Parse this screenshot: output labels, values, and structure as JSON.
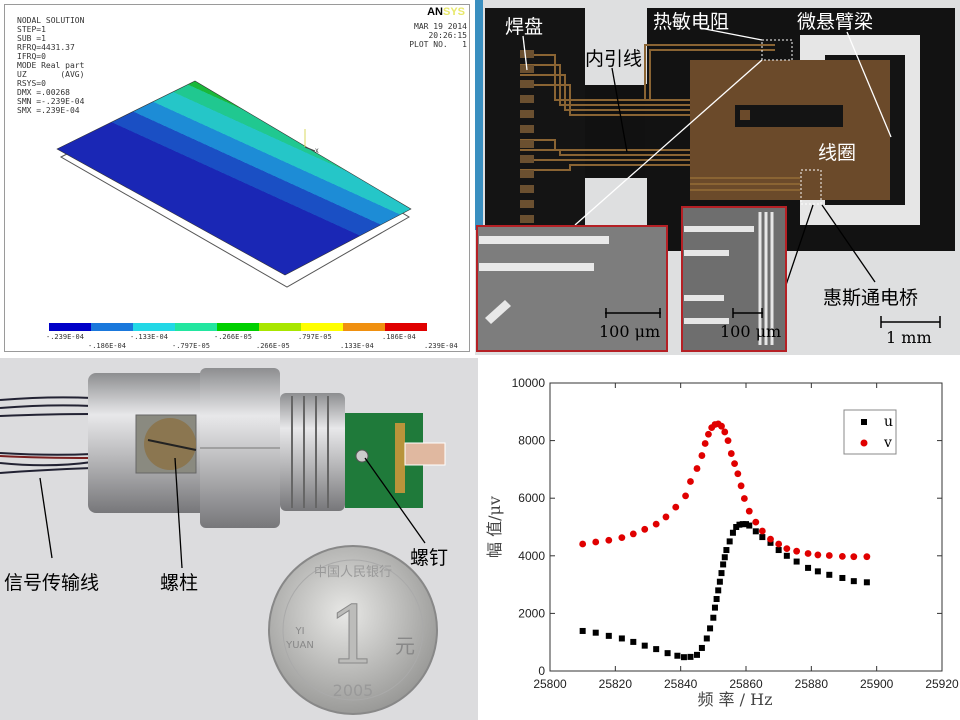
{
  "ansys": {
    "logo": "ANSYS",
    "info_lines": [
      "NODAL SOLUTION",
      "STEP=1",
      "SUB =1",
      "RFRQ=4431.37",
      "IFRQ=0",
      "MODE Real part",
      "UZ       (AVG)",
      "RSYS=0",
      "DMX =.00268",
      "SMN =-.239E-04",
      "SMX =.239E-04"
    ],
    "date": "MAR 19 2014",
    "time": "20:26:15",
    "plot_no": "PLOT NO.   1",
    "axis_label": "X",
    "colorbar_colors": [
      "#0000c8",
      "#1a78dc",
      "#22d8e6",
      "#22e6a0",
      "#00d000",
      "#a8e600",
      "#ffff00",
      "#f09010",
      "#e00000"
    ],
    "colorbar_labels": [
      "-.239E-04",
      "-.186E-04",
      "-.133E-04",
      "-.797E-05",
      "-.266E-05",
      ".266E-05",
      ".797E-05",
      ".133E-04",
      ".186E-04",
      ".239E-04"
    ]
  },
  "micro": {
    "labels": {
      "pad": "焊盘",
      "lead": "内引线",
      "thermistor": "热敏电阻",
      "cantilever": "微悬臂梁",
      "coil": "线圈",
      "bridge": "惠斯通电桥"
    },
    "scale_inset1": "100 μm",
    "scale_inset2": "100 μm",
    "scale_main": "1 mm"
  },
  "photo": {
    "labels": {
      "cable": "信号传输线",
      "stud": "螺柱",
      "screw": "螺钉"
    },
    "coin": {
      "text_top": "中国人民银行",
      "big": "1",
      "yuan": "元",
      "yi": "YI",
      "yuan_en": "YUAN",
      "year": "2005"
    }
  },
  "chart_data": {
    "type": "scatter",
    "xlabel": "频 率 / Hz",
    "ylabel": "幅 值/μv",
    "xlim": [
      25800,
      25920
    ],
    "ylim": [
      0,
      10000
    ],
    "xticks": [
      25800,
      25820,
      25840,
      25860,
      25880,
      25900,
      25920
    ],
    "yticks": [
      0,
      2000,
      4000,
      6000,
      8000,
      10000
    ],
    "legend_position": "top-right",
    "series": [
      {
        "name": "u",
        "marker": "square",
        "color": "#000000",
        "x": [
          25810,
          25814,
          25818,
          25822,
          25825.5,
          25829,
          25832.5,
          25836,
          25839,
          25841,
          25843,
          25845,
          25846.5,
          25848,
          25849,
          25850,
          25850.5,
          25851,
          25851.5,
          25852,
          25852.5,
          25853,
          25853.5,
          25854,
          25855,
          25856,
          25857,
          25858,
          25859,
          25860,
          25861,
          25863,
          25865,
          25867.5,
          25870,
          25872.5,
          25875.5,
          25879,
          25882,
          25885.5,
          25889.5,
          25893,
          25897
        ],
        "y": [
          1390,
          1330,
          1220,
          1130,
          1010,
          880,
          760,
          620,
          530,
          480,
          490,
          560,
          800,
          1130,
          1480,
          1850,
          2200,
          2500,
          2800,
          3100,
          3400,
          3700,
          3950,
          4200,
          4500,
          4800,
          5000,
          5080,
          5100,
          5100,
          5050,
          4850,
          4650,
          4450,
          4200,
          4000,
          3800,
          3580,
          3460,
          3340,
          3230,
          3120,
          3080
        ]
      },
      {
        "name": "v",
        "marker": "circle",
        "color": "#e00000",
        "x": [
          25810,
          25814,
          25818,
          25822,
          25825.5,
          25829,
          25832.5,
          25835.5,
          25838.5,
          25841.5,
          25843,
          25845,
          25846.5,
          25847.5,
          25848.5,
          25849.5,
          25850.5,
          25851.5,
          25852.5,
          25853.5,
          25854.5,
          25855.5,
          25856.5,
          25857.5,
          25858.5,
          25859.5,
          25861,
          25863,
          25865,
          25867.5,
          25870,
          25872.5,
          25875.5,
          25879,
          25882,
          25885.5,
          25889.5,
          25893,
          25897
        ],
        "y": [
          4410,
          4480,
          4540,
          4630,
          4760,
          4920,
          5100,
          5350,
          5690,
          6080,
          6580,
          7030,
          7480,
          7900,
          8220,
          8450,
          8560,
          8580,
          8500,
          8300,
          8000,
          7550,
          7200,
          6850,
          6430,
          5990,
          5550,
          5170,
          4860,
          4580,
          4410,
          4250,
          4160,
          4080,
          4030,
          4010,
          3980,
          3970,
          3970
        ]
      }
    ]
  }
}
